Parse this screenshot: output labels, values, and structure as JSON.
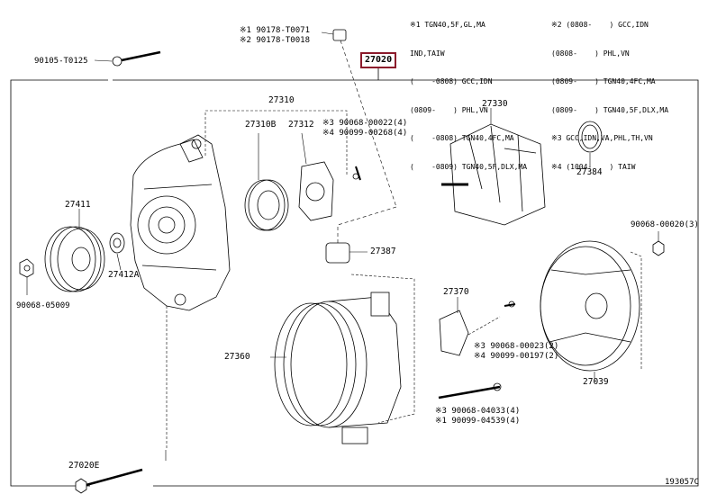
{
  "legend_left": [
    "※1 TGN40,5F,GL,MA",
    "IND,TAIW",
    "(    -0808) GCC,IDN",
    "(0809-    ) PHL,VN",
    "(    -0808) TGN40,4FC,MA",
    "(    -0809) TGN40,5F,DLX,MA"
  ],
  "legend_right": [
    "※2 (0808-    ) GCC,IDN",
    "(0808-    ) PHL,VN",
    "(0809-    ) TGN40,4FC,MA",
    "(0809-    ) TGN40,5F,DLX,MA",
    "※3 GCC,IDN,VA,PHL,TH,VN",
    "※4 (1004-    ) TAIW"
  ],
  "parts": {
    "p90178_1": "※1 90178-T0071",
    "p90178_2": "※2 90178-T0018",
    "p90105": "90105-T0125",
    "p27020": "27020",
    "p27310": "27310",
    "p27310B": "27310B",
    "p27312": "27312",
    "p90068_22": "※3 90068-00022(4)",
    "p90099_268": "※4 90099-00268(4)",
    "p27330": "27330",
    "p27384": "27384",
    "p27411": "27411",
    "p27412A": "27412A",
    "p90068_05009": "90068-05009",
    "p27387": "27387",
    "p90068_20": "90068-00020(3)",
    "p27370": "27370",
    "p90068_23": "※3 90068-00023(2)",
    "p90099_197": "※4 90099-00197(2)",
    "p27360": "27360",
    "p27039": "27039",
    "p90068_04033": "※3 90068-04033(4)",
    "p90099_04539": "※1 90099-04539(4)",
    "p27020E": "27020E"
  },
  "figure_id": "193057C"
}
